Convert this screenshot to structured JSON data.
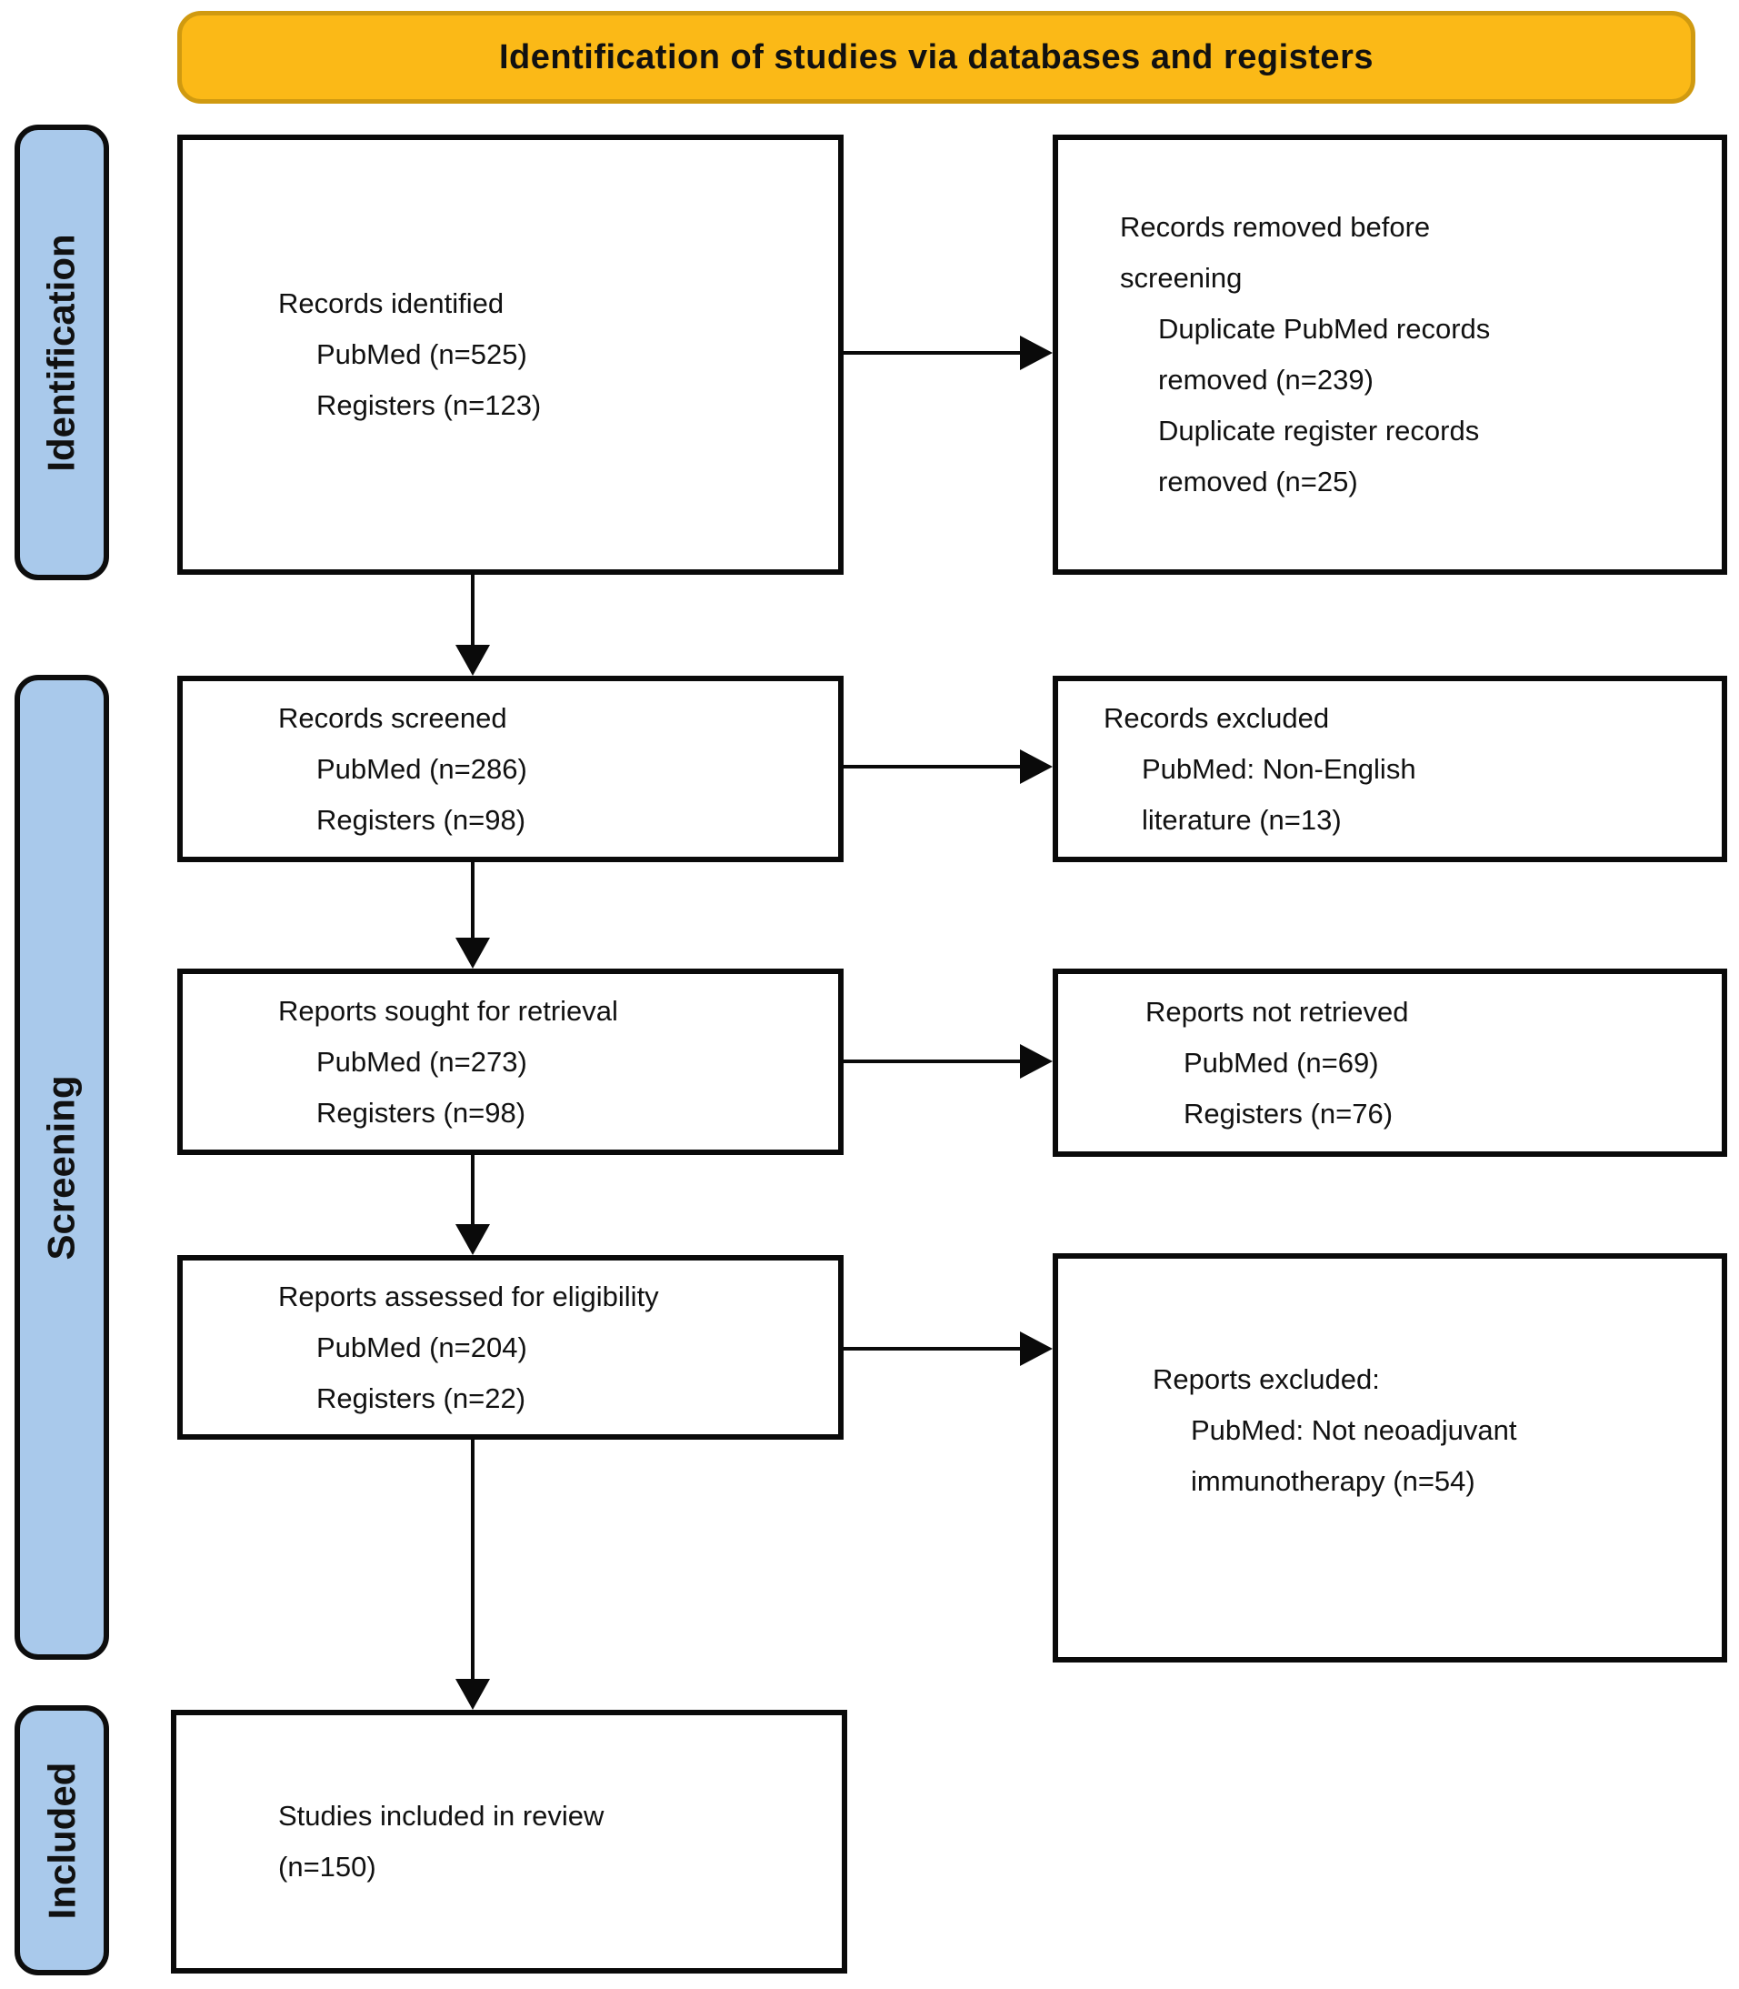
{
  "banner": {
    "title": "Identification of studies via databases and registers"
  },
  "stages": {
    "identification": "Identification",
    "screening": "Screening",
    "included": "Included"
  },
  "boxes": {
    "records_identified": {
      "lines": [
        "Records identified",
        "PubMed (n=525)",
        "Registers (n=123)"
      ]
    },
    "records_removed": {
      "lines": [
        "Records removed before",
        "screening",
        "Duplicate PubMed records",
        "removed (n=239)",
        "Duplicate register records",
        "removed (n=25)"
      ]
    },
    "records_screened": {
      "lines": [
        "Records screened",
        "PubMed (n=286)",
        "Registers (n=98)"
      ]
    },
    "records_excluded": {
      "lines": [
        "Records excluded",
        "PubMed: Non-English",
        "literature (n=13)"
      ]
    },
    "reports_sought": {
      "lines": [
        "Reports sought for retrieval",
        "PubMed (n=273)",
        "Registers (n=98)"
      ]
    },
    "reports_not_retrieved": {
      "lines": [
        "Reports not retrieved",
        "PubMed (n=69)",
        "Registers (n=76)"
      ]
    },
    "reports_assessed": {
      "lines": [
        "Reports assessed for eligibility",
        "PubMed (n=204)",
        "Registers (n=22)"
      ]
    },
    "reports_excluded": {
      "lines": [
        "Reports excluded:",
        "PubMed: Not neoadjuvant",
        "immunotherapy (n=54)"
      ]
    },
    "studies_included": {
      "lines": [
        "Studies included in review",
        "(n=150)"
      ]
    }
  },
  "colors": {
    "banner_fill": "#FBB917",
    "banner_border": "#D09A10",
    "stage_fill": "#A9C9EB",
    "box_border": "#0A0A0A",
    "text_color": "#111111"
  }
}
